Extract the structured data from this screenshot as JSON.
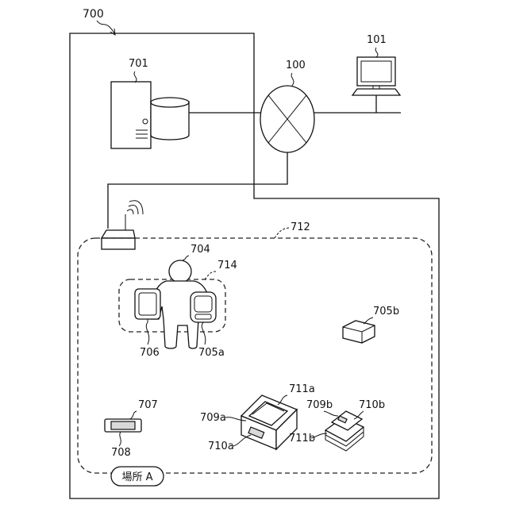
{
  "labels": {
    "system": "700",
    "network": "100",
    "terminal": "101",
    "server": "701",
    "area": "712",
    "person": "704",
    "wearable_group": "714",
    "device_706": "706",
    "device_705a": "705a",
    "device_705b": "705b",
    "tag_707": "707",
    "tag_708": "708",
    "tray_711a": "711a",
    "tray_709a": "709a",
    "tray_710a": "710a",
    "stack_709b": "709b",
    "stack_710b": "710b",
    "stack_711b": "711b"
  },
  "location_label": "場所 A"
}
